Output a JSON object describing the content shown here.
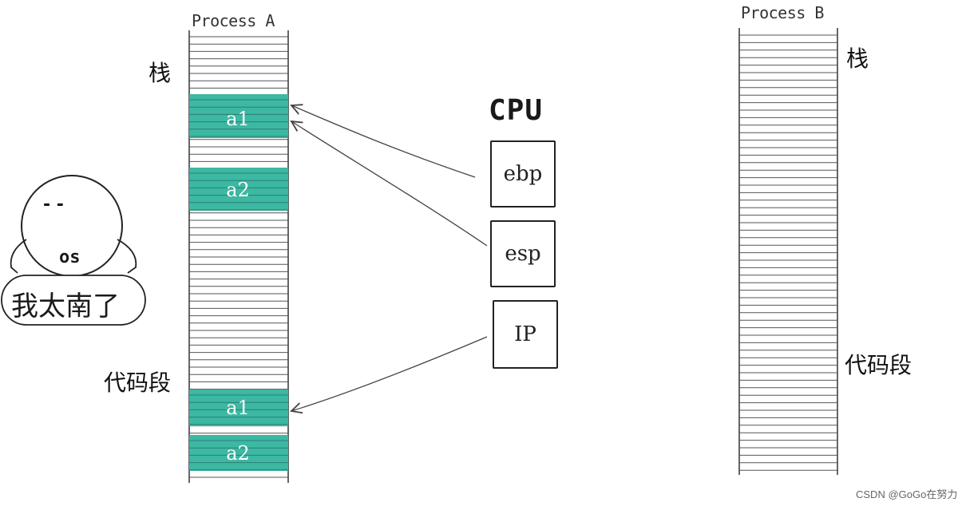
{
  "process_a": {
    "title": "Process A"
  },
  "process_b": {
    "title": "Process B"
  },
  "labels": {
    "stack": "栈",
    "code_segment": "代码段"
  },
  "cpu": {
    "title": "CPU",
    "registers": [
      {
        "name": "ebp"
      },
      {
        "name": "esp"
      },
      {
        "name": "IP"
      }
    ]
  },
  "stack_blocks": [
    "a1",
    "a2"
  ],
  "code_blocks": [
    "a1",
    "a2"
  ],
  "os_character": {
    "label": "os",
    "eyes": "-  -",
    "speech": "我太南了"
  },
  "watermark": "CSDN @GoGo在努力",
  "colors": {
    "highlight": "#3cb8a3",
    "line": "#444444"
  }
}
